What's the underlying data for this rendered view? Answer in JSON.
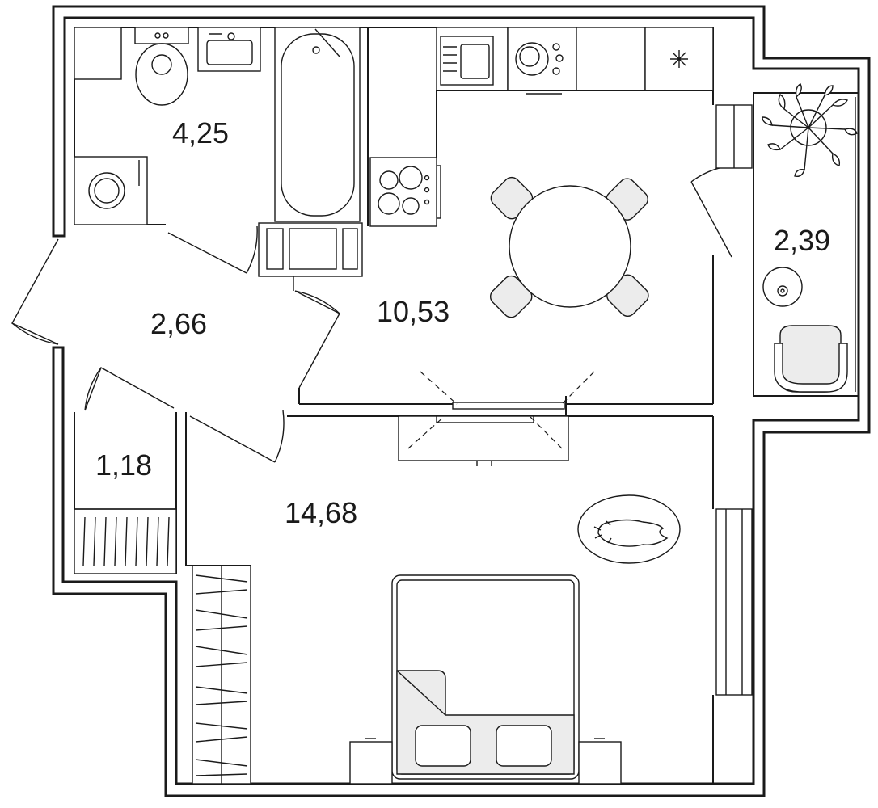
{
  "plan": {
    "rooms": [
      {
        "id": "bathroom",
        "area": "4,25"
      },
      {
        "id": "hallway",
        "area": "2,66"
      },
      {
        "id": "kitchen",
        "area": "10,53"
      },
      {
        "id": "balcony",
        "area": "2,39"
      },
      {
        "id": "closet",
        "area": "1,18"
      },
      {
        "id": "bedroom",
        "area": "14,68"
      }
    ],
    "colors": {
      "line": "#1a1a1a",
      "fill": "#ffffff",
      "furniture": "#ececec"
    }
  }
}
